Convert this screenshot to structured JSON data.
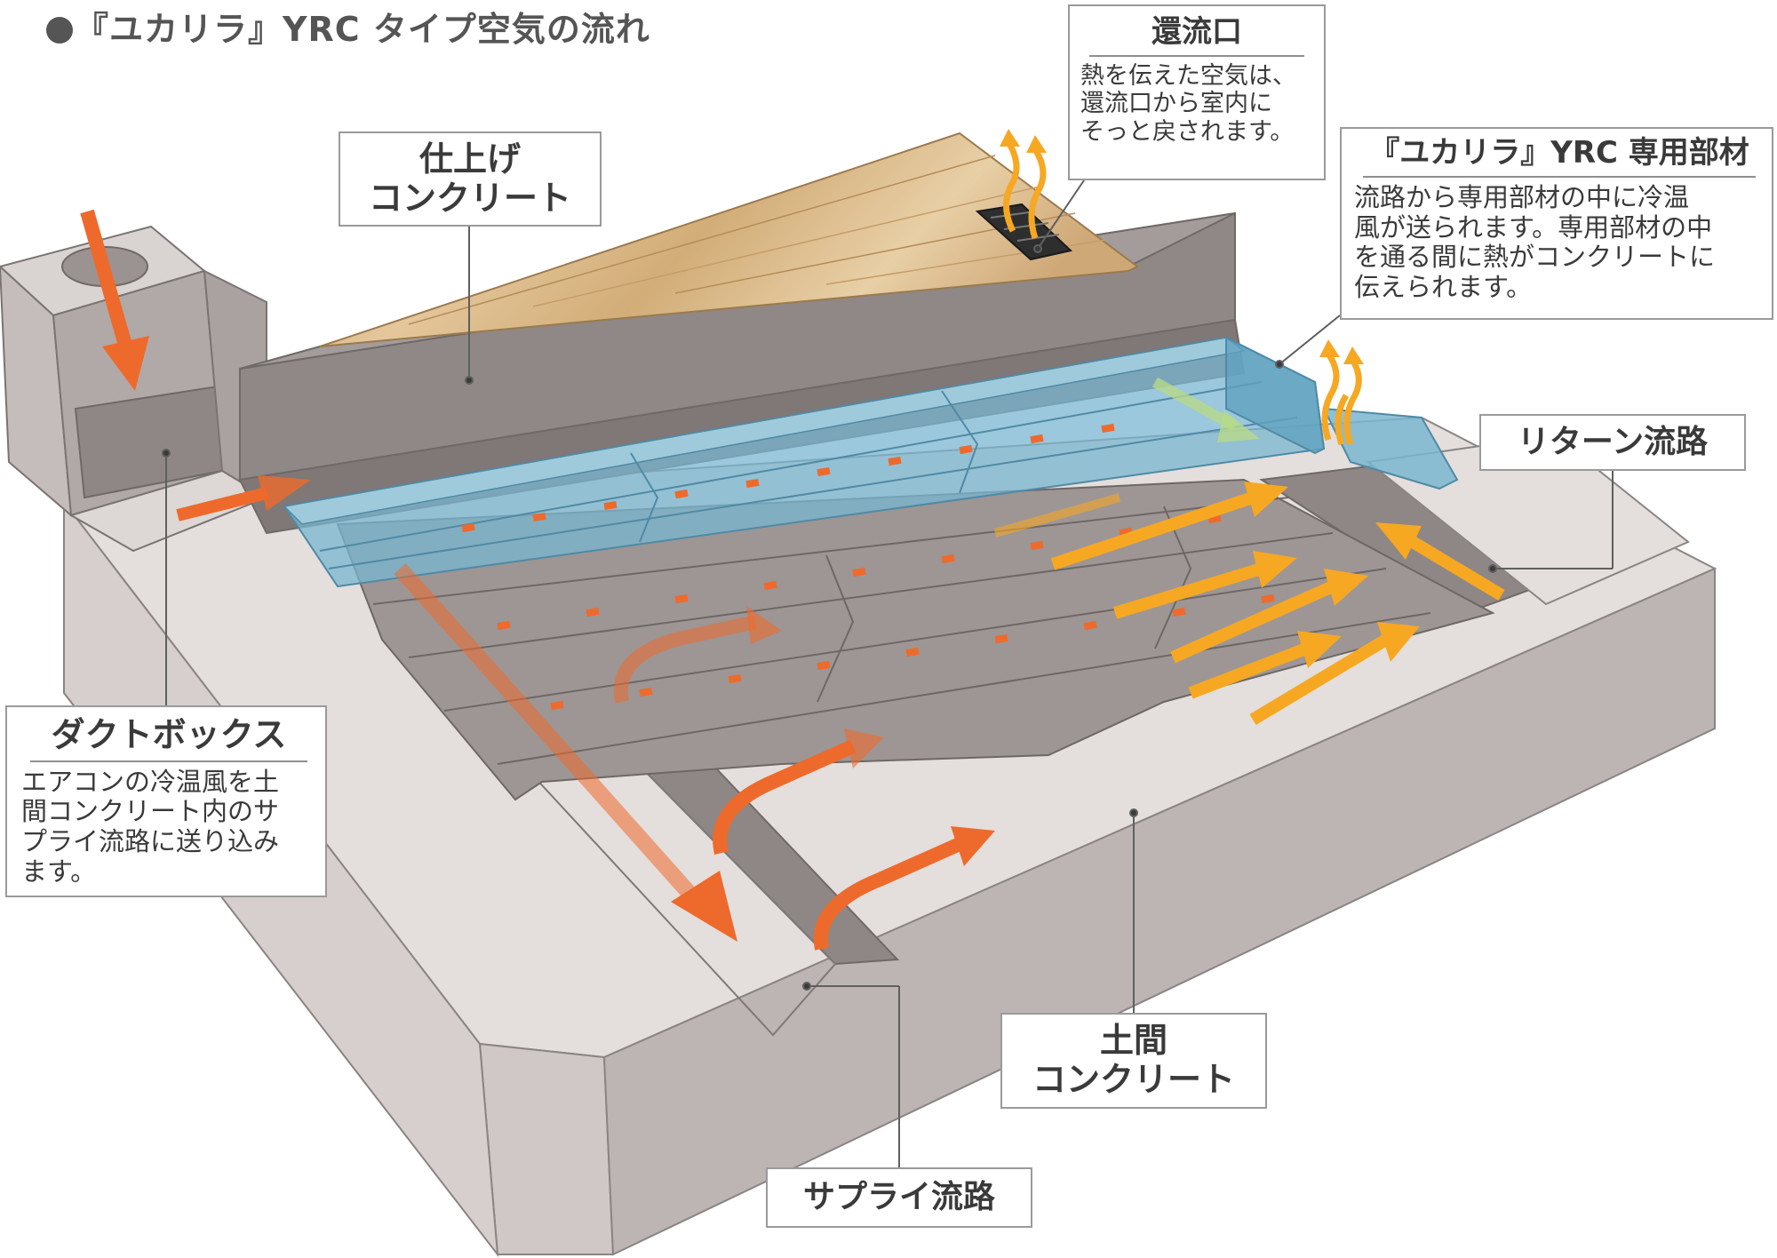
{
  "title": "『ユカリラ』YRC タイプ空気の流れ",
  "labels": {
    "finish_concrete": {
      "heading": "仕上げ\nコンクリート"
    },
    "return_vent": {
      "heading": "還流口",
      "body": "熱を伝えた空気は、\n還流口から室内に\nそっと戻されます。"
    },
    "dedicated_material": {
      "heading": "『ユカリラ』YRC 専用部材",
      "body": "流路から専用部材の中に冷温\n風が送られます。専用部材の中\nを通る間に熱がコンクリートに\n伝えられます。"
    },
    "return_path": {
      "heading": "リターン流路"
    },
    "duct_box": {
      "heading": "ダクトボックス",
      "body": "エアコンの冷温風を土\n間コンクリート内のサ\nプライ流路に送り込み\nます。"
    },
    "slab_concrete": {
      "heading": "土間\nコンクリート"
    },
    "supply_path": {
      "heading": "サプライ流路"
    }
  },
  "colors": {
    "supply_arrow": "#ee6a2c",
    "return_arrow": "#f6a823",
    "panel_blue": "#7ab6d0",
    "concrete_dark": "#8f8887",
    "concrete_light": "#e2dcda",
    "wood": "#d8b88a",
    "callout_border": "#9a9a9a"
  }
}
